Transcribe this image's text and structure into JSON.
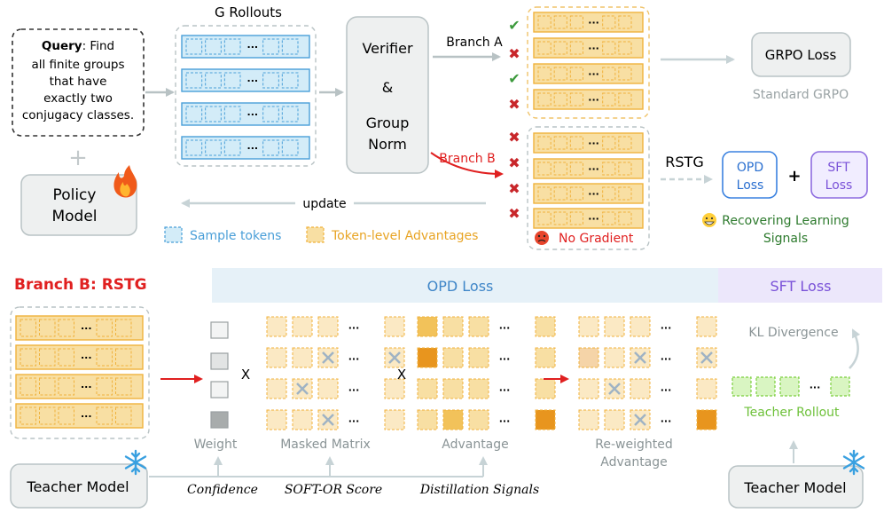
{
  "top": {
    "query_label": "Query",
    "query_text": [
      ": Find",
      "all finite groups",
      "that have",
      "exactly two",
      "conjugacy classes."
    ],
    "plus": "+",
    "policy_model": [
      "Policy",
      "Model"
    ],
    "rollouts_title": "G Rollouts",
    "ellipsis": "···",
    "verifier": [
      "Verifier",
      "&",
      "Group",
      "Norm"
    ],
    "branch_a": "Branch A",
    "branch_b": "Branch B",
    "grpo_loss": "GRPO Loss",
    "standard_grpo": "Standard GRPO",
    "rstg": "RSTG",
    "opd_loss": [
      "OPD",
      "Loss"
    ],
    "sft_loss": [
      "SFT",
      "Loss"
    ],
    "plus_loss": "+",
    "recovering": [
      "Recovering Learning",
      "Signals"
    ],
    "no_gradient": "No Gradient",
    "update": "update",
    "legend_sample": "Sample tokens",
    "legend_advantage": "Token-level Advantages",
    "check": "✔",
    "cross": "✖"
  },
  "bottom": {
    "title": "Branch B: RSTG",
    "opd_loss_header": "OPD Loss",
    "sft_loss_header": "SFT Loss",
    "times": "X",
    "weight": "Weight",
    "masked_matrix": "Masked Matrix",
    "advantage": "Advantage",
    "reweighted": [
      "Re-weighted",
      "Advantage"
    ],
    "kl": "KL Divergence",
    "teacher_rollout": "Teacher Rollout",
    "teacher_model": "Teacher Model",
    "confidence": "Confidence",
    "soft_or": "SOFT-OR Score",
    "distill": "Distillation Signals"
  },
  "colors": {
    "blue": "#4a9fd8",
    "blue_fill": "#d3ecf8",
    "orange_fill": "#f8dfa3",
    "orange_border": "#f0b23c",
    "red": "#e02020",
    "green": "#3c9a3c",
    "light_green": "#7ccf3e",
    "gray_box": "#eef0f0"
  }
}
